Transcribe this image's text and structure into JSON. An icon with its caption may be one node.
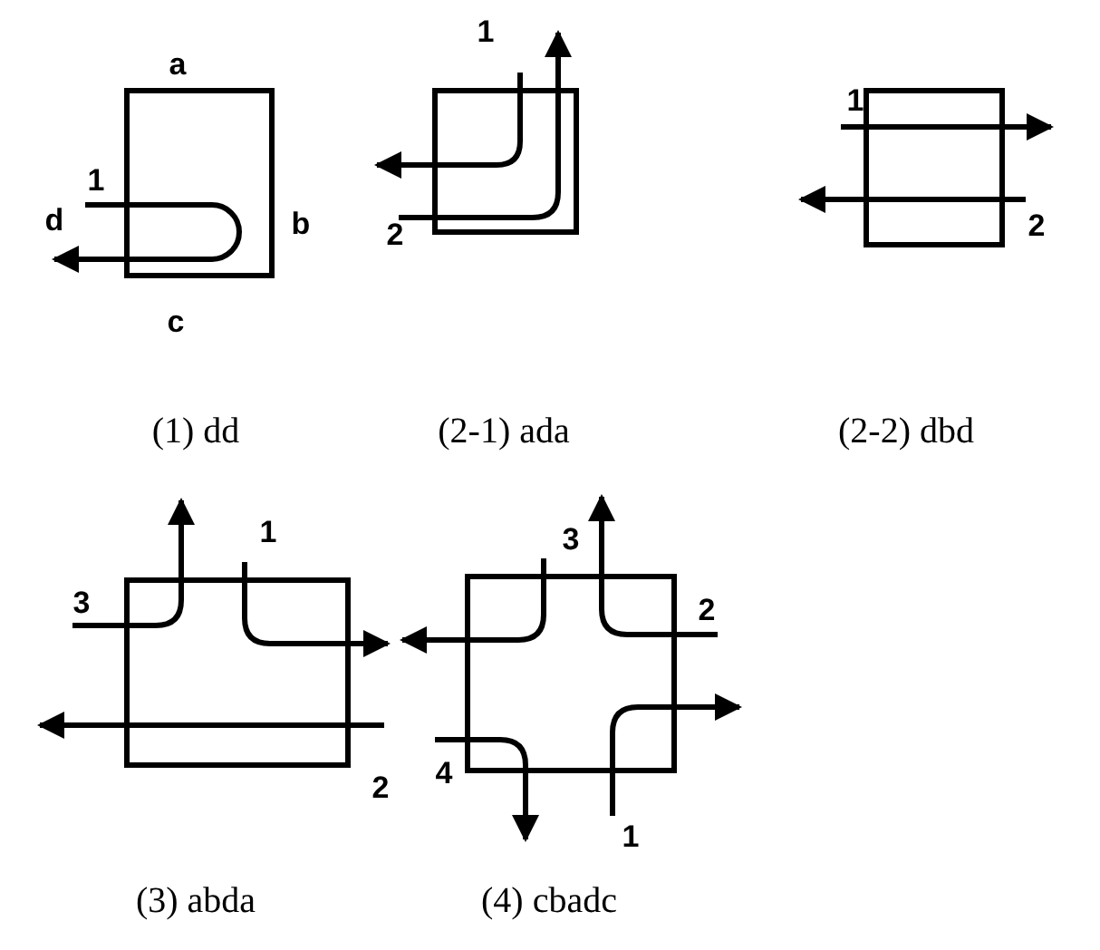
{
  "diagram": {
    "labels": [
      "a",
      "1",
      "d",
      "b",
      "c",
      "1",
      "2",
      "1",
      "2",
      "(1) dd",
      "(2-1) ada",
      "(2-2) dbd",
      "3",
      "1",
      "2",
      "(3) abda",
      "3",
      "2",
      "4",
      "1",
      "(4) cbadc"
    ]
  }
}
